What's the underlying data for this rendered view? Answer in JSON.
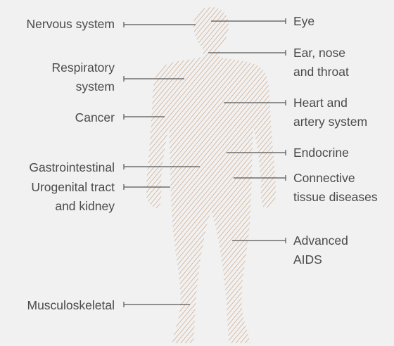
{
  "colors": {
    "background": "#f1f1f1",
    "hatch": "#c9a07e",
    "leader": "#555555",
    "text": "#4a4a4a"
  },
  "labels_left": [
    {
      "id": "nervous-system",
      "lines": [
        "Nervous system"
      ]
    },
    {
      "id": "respiratory-system",
      "lines": [
        "Respiratory",
        "system"
      ]
    },
    {
      "id": "cancer",
      "lines": [
        "Cancer"
      ]
    },
    {
      "id": "gastrointestinal",
      "lines": [
        "Gastrointestinal"
      ]
    },
    {
      "id": "urogenital-tract-and-kidney",
      "lines": [
        "Urogenital tract",
        "and kidney"
      ]
    },
    {
      "id": "musculoskeletal",
      "lines": [
        "Musculoskeletal"
      ]
    }
  ],
  "labels_right": [
    {
      "id": "eye",
      "lines": [
        "Eye"
      ]
    },
    {
      "id": "ear-nose-throat",
      "lines": [
        "Ear, nose",
        "and throat"
      ]
    },
    {
      "id": "heart-and-artery-system",
      "lines": [
        "Heart and",
        "artery system"
      ]
    },
    {
      "id": "endocrine",
      "lines": [
        "Endocrine"
      ]
    },
    {
      "id": "connective-tissue-diseases",
      "lines": [
        "Connective",
        "tissue diseases"
      ]
    },
    {
      "id": "advanced-aids",
      "lines": [
        "Advanced",
        "AIDS"
      ]
    }
  ]
}
